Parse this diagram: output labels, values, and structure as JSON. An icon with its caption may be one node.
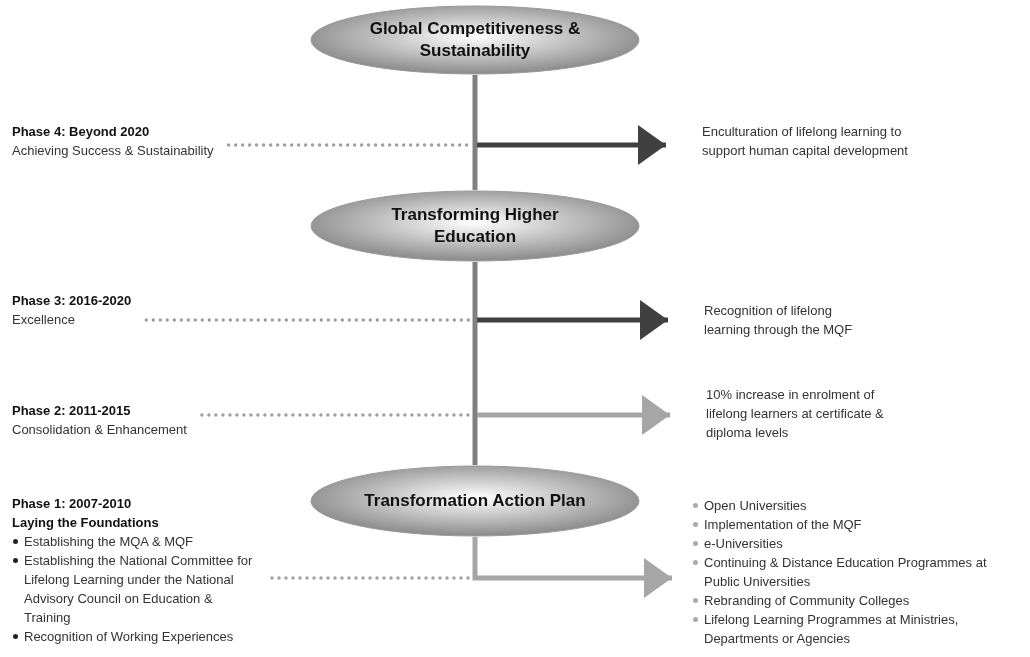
{
  "diagram": {
    "nodes": [
      {
        "text": [
          "Global Competitiveness & Sustainability"
        ]
      },
      {
        "text": [
          "Phase 4: Beyond 2020",
          "Achieving Success & Sustainability"
        ]
      },
      {
        "text": [
          "Enculturation of lifelong learning to support human capital development"
        ]
      },
      {
        "text": [
          "Transforming Higher Education"
        ]
      },
      {
        "text": [
          "Phase 3: 2016-2020",
          "Excellence"
        ]
      },
      {
        "text": [
          "Recognition of lifelong learning through the MQF"
        ]
      },
      {
        "text": [
          "Phase 2: 2011-2015",
          "Consolidation & Enhancement"
        ]
      },
      {
        "text": [
          "10% increase in enrolment of lifelong learners at certificate & diploma levels"
        ]
      },
      {
        "text": [
          "Transformation Action Plan"
        ]
      },
      {
        "text": [
          "Phase 1: 2007-2010",
          "Laying the Foundations",
          "Establishing the MQA & MQF",
          "Establishing the National Committee for Lifelong Learning under the National Advisory Council on Education & Training",
          "Recognition of Working Experiences"
        ]
      },
      {
        "text": [
          "Open Universities",
          "Implementation of the MQF",
          "e-Universities",
          "Continuing & Distance Education Programmes at Public Universities",
          "Rebranding of Community Colleges",
          "Lifelong Learning Programmes at Ministries, Departments or Agencies"
        ]
      }
    ],
    "edges": [
      {
        "from": 8,
        "to": 3,
        "arrow": "none"
      },
      {
        "from": 3,
        "to": 0,
        "arrow": "none"
      },
      {
        "from": 1,
        "to": null,
        "arrow": "none",
        "style": "dashed"
      },
      {
        "from": null,
        "to": 2,
        "arrow": "to",
        "color": "#404040"
      },
      {
        "from": 4,
        "to": null,
        "arrow": "none",
        "style": "dashed"
      },
      {
        "from": null,
        "to": 5,
        "arrow": "to",
        "color": "#404040"
      },
      {
        "from": 6,
        "to": null,
        "arrow": "none",
        "style": "dashed"
      },
      {
        "from": null,
        "to": 7,
        "arrow": "to",
        "color": "#a6a6a6"
      },
      {
        "from": 9,
        "to": null,
        "arrow": "none",
        "style": "dashed"
      },
      {
        "from": 8,
        "to": 10,
        "arrow": "to",
        "color": "#a6a6a6"
      }
    ]
  }
}
